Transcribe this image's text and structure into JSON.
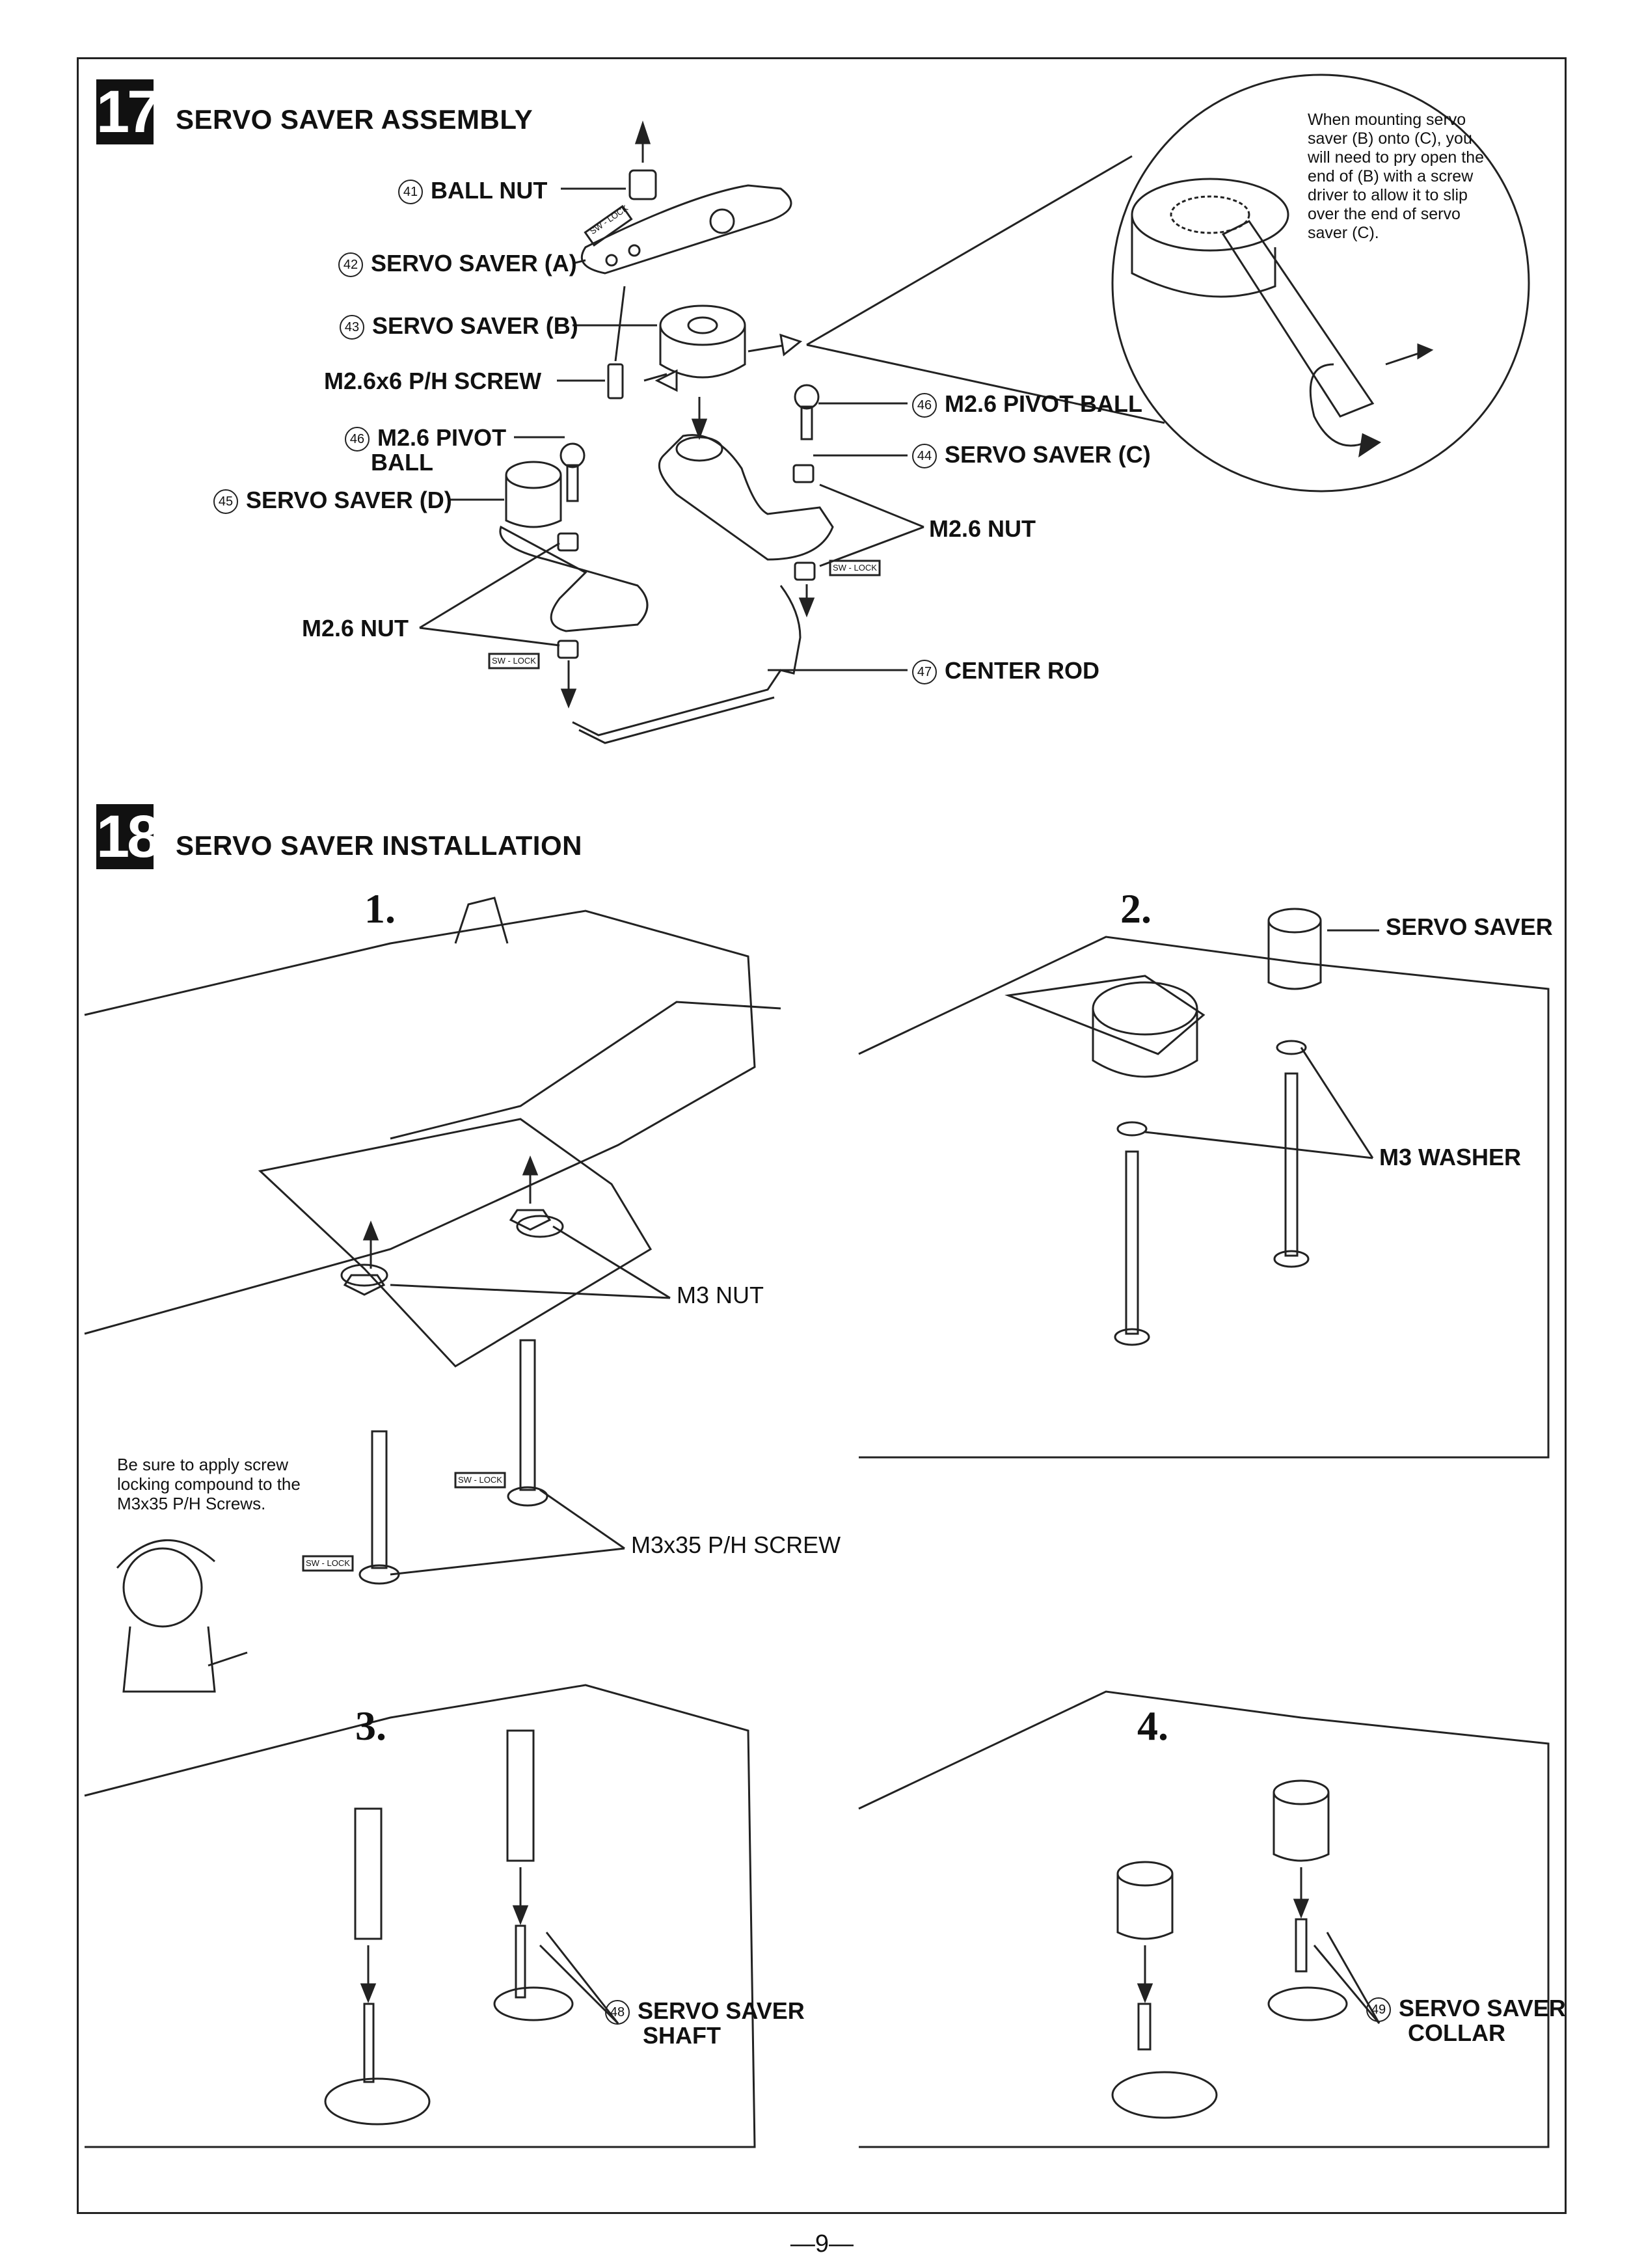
{
  "page_number": "—9—",
  "step17": {
    "number": "17",
    "title": "SERVO SAVER ASSEMBLY",
    "labels": {
      "ball_nut": {
        "num": "41",
        "text": "BALL NUT"
      },
      "servo_saver_a": {
        "num": "42",
        "text": "SERVO SAVER (A)"
      },
      "servo_saver_b": {
        "num": "43",
        "text": "SERVO SAVER (B)"
      },
      "screw": {
        "text": "M2.6x6 P/H SCREW"
      },
      "pivot_ball_left_1": {
        "num": "46",
        "text": "M2.6 PIVOT"
      },
      "pivot_ball_left_2": {
        "text": "BALL"
      },
      "servo_saver_d": {
        "num": "45",
        "text": "SERVO SAVER (D)"
      },
      "nut_left": {
        "text": "M2.6 NUT"
      },
      "pivot_ball_right": {
        "num": "46",
        "text": "M2.6 PIVOT BALL"
      },
      "servo_saver_c": {
        "num": "44",
        "text": "SERVO SAVER (C)"
      },
      "nut_right": {
        "text": "M2.6 NUT"
      },
      "center_rod": {
        "num": "47",
        "text": "CENTER ROD"
      }
    },
    "sw_lock": "SW - LOCK",
    "note": "When mounting servo saver (B) onto (C), you will need to pry open the end of (B) with a screw driver to allow it to slip over the end of servo saver (C)."
  },
  "step18": {
    "number": "18",
    "title": "SERVO SAVER INSTALLATION",
    "panels": [
      {
        "label": "1.",
        "callouts": [
          "M3 NUT",
          "M3x35 P/H SCREW"
        ]
      },
      {
        "label": "2.",
        "callouts": [
          "SERVO SAVER",
          "M3 WASHER"
        ]
      },
      {
        "label": "3.",
        "callouts": [
          "SERVO SAVER",
          "SHAFT"
        ],
        "num": "48"
      },
      {
        "label": "4.",
        "callouts": [
          "SERVO SAVER",
          "COLLAR"
        ],
        "num": "49"
      }
    ],
    "note": "Be sure to apply screw locking compound to the M3x35 P/H Screws.",
    "sw_lock": "SW - LOCK"
  }
}
